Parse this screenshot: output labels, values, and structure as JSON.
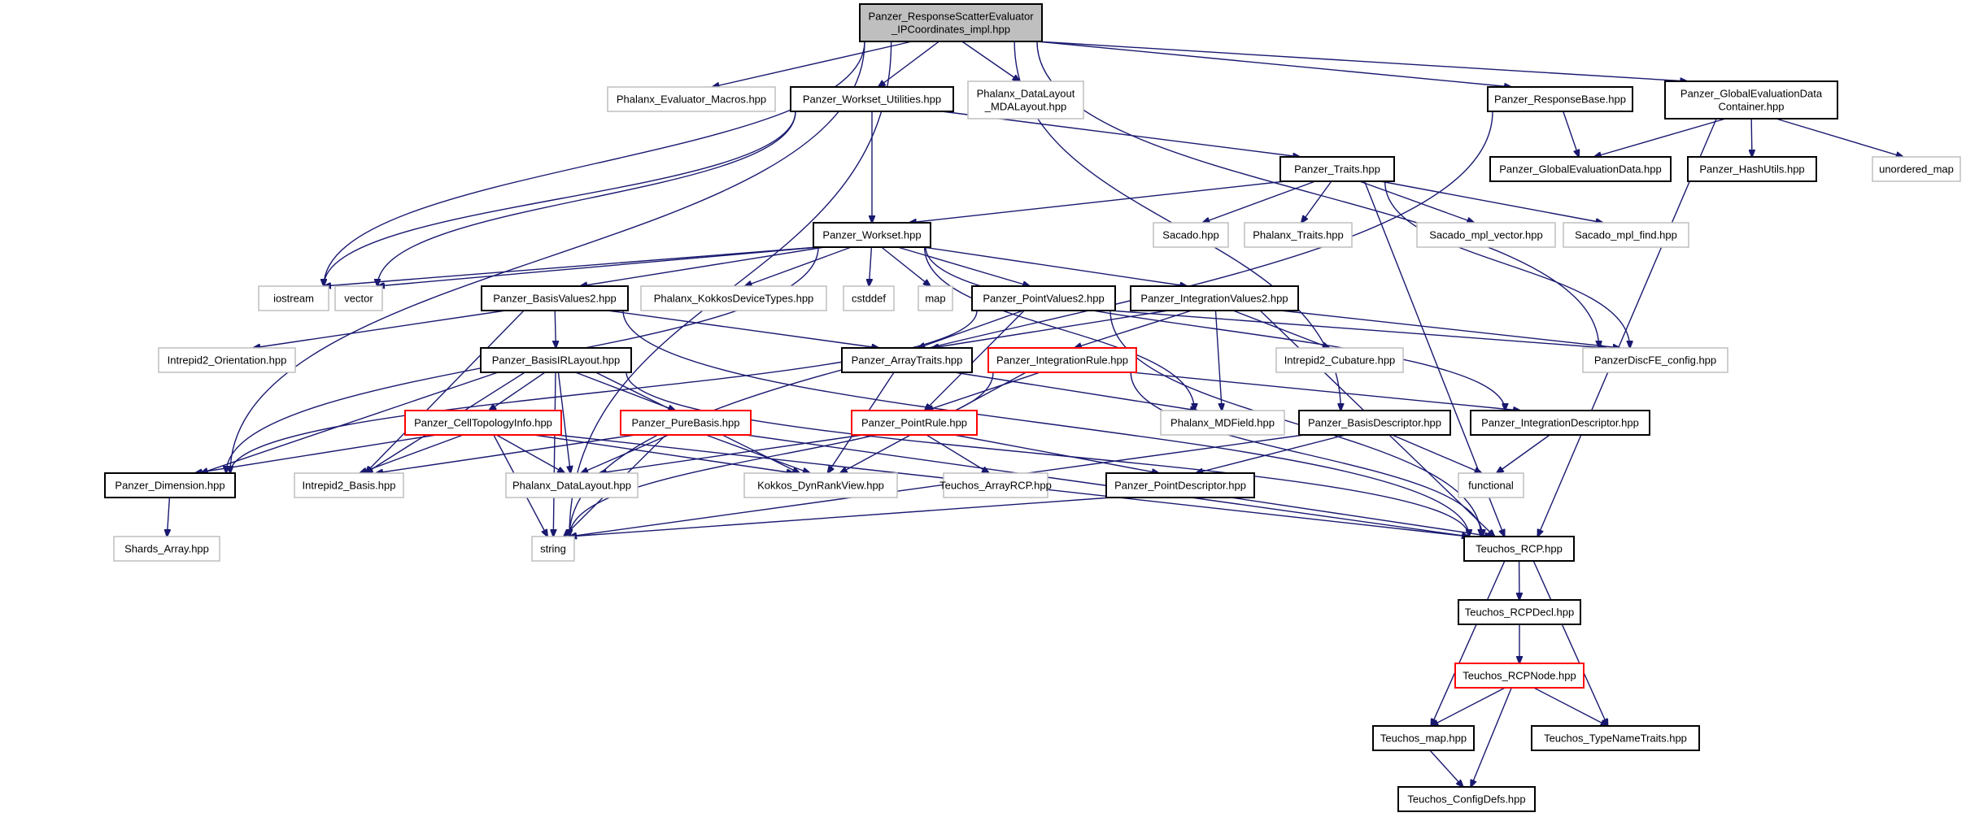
{
  "diagram": {
    "nodes": [
      {
        "id": "root",
        "lines": [
          "Panzer_ResponseScatterEvaluator",
          "_IPCoordinates_impl.hpp"
        ],
        "style": "root"
      },
      {
        "id": "evalmacros",
        "lines": [
          "Phalanx_Evaluator_Macros.hpp"
        ],
        "style": "gray"
      },
      {
        "id": "worksetutil",
        "lines": [
          "Panzer_Workset_Utilities.hpp"
        ],
        "style": "black"
      },
      {
        "id": "mdalayout",
        "lines": [
          "Phalanx_DataLayout",
          "_MDALayout.hpp"
        ],
        "style": "gray"
      },
      {
        "id": "responsebase",
        "lines": [
          "Panzer_ResponseBase.hpp"
        ],
        "style": "black"
      },
      {
        "id": "gedc",
        "lines": [
          "Panzer_GlobalEvaluationData",
          "Container.hpp"
        ],
        "style": "black"
      },
      {
        "id": "ged",
        "lines": [
          "Panzer_GlobalEvaluationData.hpp"
        ],
        "style": "black"
      },
      {
        "id": "hashutils",
        "lines": [
          "Panzer_HashUtils.hpp"
        ],
        "style": "black"
      },
      {
        "id": "unorderedmap",
        "lines": [
          "unordered_map"
        ],
        "style": "gray"
      },
      {
        "id": "traits",
        "lines": [
          "Panzer_Traits.hpp"
        ],
        "style": "black"
      },
      {
        "id": "workset",
        "lines": [
          "Panzer_Workset.hpp"
        ],
        "style": "black"
      },
      {
        "id": "sacado",
        "lines": [
          "Sacado.hpp"
        ],
        "style": "gray"
      },
      {
        "id": "phxtraits",
        "lines": [
          "Phalanx_Traits.hpp"
        ],
        "style": "gray"
      },
      {
        "id": "sacadompl",
        "lines": [
          "Sacado_mpl_vector.hpp"
        ],
        "style": "gray"
      },
      {
        "id": "sacadofind",
        "lines": [
          "Sacado_mpl_find.hpp"
        ],
        "style": "gray"
      },
      {
        "id": "iostream",
        "lines": [
          "iostream"
        ],
        "style": "gray"
      },
      {
        "id": "vector",
        "lines": [
          "vector"
        ],
        "style": "gray"
      },
      {
        "id": "basisvalues2",
        "lines": [
          "Panzer_BasisValues2.hpp"
        ],
        "style": "black"
      },
      {
        "id": "kokkosdev",
        "lines": [
          "Phalanx_KokkosDeviceTypes.hpp"
        ],
        "style": "gray"
      },
      {
        "id": "cstddef",
        "lines": [
          "cstddef"
        ],
        "style": "gray"
      },
      {
        "id": "map",
        "lines": [
          "map"
        ],
        "style": "gray"
      },
      {
        "id": "pointvalues2",
        "lines": [
          "Panzer_PointValues2.hpp"
        ],
        "style": "black"
      },
      {
        "id": "intvalues2",
        "lines": [
          "Panzer_IntegrationValues2.hpp"
        ],
        "style": "black"
      },
      {
        "id": "orientation",
        "lines": [
          "Intrepid2_Orientation.hpp"
        ],
        "style": "gray"
      },
      {
        "id": "basisirlayout",
        "lines": [
          "Panzer_BasisIRLayout.hpp"
        ],
        "style": "black"
      },
      {
        "id": "arraytraits",
        "lines": [
          "Panzer_ArrayTraits.hpp"
        ],
        "style": "black"
      },
      {
        "id": "intrule",
        "lines": [
          "Panzer_IntegrationRule.hpp"
        ],
        "style": "red"
      },
      {
        "id": "cubature",
        "lines": [
          "Intrepid2_Cubature.hpp"
        ],
        "style": "gray"
      },
      {
        "id": "discfeconfig",
        "lines": [
          "PanzerDiscFE_config.hpp"
        ],
        "style": "gray"
      },
      {
        "id": "celltopo",
        "lines": [
          "Panzer_CellTopologyInfo.hpp"
        ],
        "style": "red"
      },
      {
        "id": "purebasis",
        "lines": [
          "Panzer_PureBasis.hpp"
        ],
        "style": "red"
      },
      {
        "id": "pointrule",
        "lines": [
          "Panzer_PointRule.hpp"
        ],
        "style": "red"
      },
      {
        "id": "mdfield",
        "lines": [
          "Phalanx_MDField.hpp"
        ],
        "style": "gray"
      },
      {
        "id": "basisdesc",
        "lines": [
          "Panzer_BasisDescriptor.hpp"
        ],
        "style": "black"
      },
      {
        "id": "intdesc",
        "lines": [
          "Panzer_IntegrationDescriptor.hpp"
        ],
        "style": "black"
      },
      {
        "id": "dimension",
        "lines": [
          "Panzer_Dimension.hpp"
        ],
        "style": "black"
      },
      {
        "id": "intrepidbasis",
        "lines": [
          "Intrepid2_Basis.hpp"
        ],
        "style": "gray"
      },
      {
        "id": "phxdatalayout",
        "lines": [
          "Phalanx_DataLayout.hpp"
        ],
        "style": "gray"
      },
      {
        "id": "dynrank",
        "lines": [
          "Kokkos_DynRankView.hpp"
        ],
        "style": "gray"
      },
      {
        "id": "arrayrcp",
        "lines": [
          "Teuchos_ArrayRCP.hpp"
        ],
        "style": "gray"
      },
      {
        "id": "pointdesc",
        "lines": [
          "Panzer_PointDescriptor.hpp"
        ],
        "style": "black"
      },
      {
        "id": "functional",
        "lines": [
          "functional"
        ],
        "style": "gray"
      },
      {
        "id": "shards",
        "lines": [
          "Shards_Array.hpp"
        ],
        "style": "gray"
      },
      {
        "id": "string",
        "lines": [
          "string"
        ],
        "style": "gray"
      },
      {
        "id": "rcp",
        "lines": [
          "Teuchos_RCP.hpp"
        ],
        "style": "black"
      },
      {
        "id": "rcpdecl",
        "lines": [
          "Teuchos_RCPDecl.hpp"
        ],
        "style": "black"
      },
      {
        "id": "rcpnode",
        "lines": [
          "Teuchos_RCPNode.hpp"
        ],
        "style": "red"
      },
      {
        "id": "tmap",
        "lines": [
          "Teuchos_map.hpp"
        ],
        "style": "black"
      },
      {
        "id": "typenametraits",
        "lines": [
          "Teuchos_TypeNameTraits.hpp"
        ],
        "style": "black"
      },
      {
        "id": "configdefs",
        "lines": [
          "Teuchos_ConfigDefs.hpp"
        ],
        "style": "black"
      }
    ],
    "edges": [
      [
        "root",
        "evalmacros"
      ],
      [
        "root",
        "worksetutil"
      ],
      [
        "root",
        "mdalayout"
      ],
      [
        "root",
        "responsebase"
      ],
      [
        "root",
        "gedc"
      ],
      [
        "root",
        "iostream"
      ],
      [
        "root",
        "string"
      ],
      [
        "root",
        "dimension"
      ],
      [
        "root",
        "discfeconfig"
      ],
      [
        "root",
        "basisdesc"
      ],
      [
        "worksetutil",
        "workset"
      ],
      [
        "worksetutil",
        "traits"
      ],
      [
        "worksetutil",
        "iostream"
      ],
      [
        "worksetutil",
        "vector"
      ],
      [
        "responsebase",
        "ged"
      ],
      [
        "responsebase",
        "string"
      ],
      [
        "gedc",
        "ged"
      ],
      [
        "gedc",
        "hashutils"
      ],
      [
        "gedc",
        "unorderedmap"
      ],
      [
        "gedc",
        "rcp"
      ],
      [
        "traits",
        "workset"
      ],
      [
        "traits",
        "sacado"
      ],
      [
        "traits",
        "phxtraits"
      ],
      [
        "traits",
        "sacadompl"
      ],
      [
        "traits",
        "sacadofind"
      ],
      [
        "traits",
        "discfeconfig"
      ],
      [
        "traits",
        "rcp"
      ],
      [
        "workset",
        "iostream"
      ],
      [
        "workset",
        "vector"
      ],
      [
        "workset",
        "basisvalues2"
      ],
      [
        "workset",
        "kokkosdev"
      ],
      [
        "workset",
        "cstddef"
      ],
      [
        "workset",
        "map"
      ],
      [
        "workset",
        "pointvalues2"
      ],
      [
        "workset",
        "intvalues2"
      ],
      [
        "workset",
        "dimension"
      ],
      [
        "workset",
        "intdesc"
      ],
      [
        "workset",
        "mdfield"
      ],
      [
        "basisvalues2",
        "orientation"
      ],
      [
        "basisvalues2",
        "basisirlayout"
      ],
      [
        "basisvalues2",
        "arraytraits"
      ],
      [
        "basisvalues2",
        "intrepidbasis"
      ],
      [
        "basisvalues2",
        "rcp"
      ],
      [
        "pointvalues2",
        "arraytraits"
      ],
      [
        "pointvalues2",
        "pointrule"
      ],
      [
        "pointvalues2",
        "dimension"
      ],
      [
        "pointvalues2",
        "discfeconfig"
      ],
      [
        "pointvalues2",
        "rcp"
      ],
      [
        "intvalues2",
        "arraytraits"
      ],
      [
        "intvalues2",
        "intrule"
      ],
      [
        "intvalues2",
        "cubature"
      ],
      [
        "intvalues2",
        "mdfield"
      ],
      [
        "intvalues2",
        "discfeconfig"
      ],
      [
        "intvalues2",
        "rcp"
      ],
      [
        "basisirlayout",
        "celltopo"
      ],
      [
        "basisirlayout",
        "purebasis"
      ],
      [
        "basisirlayout",
        "dimension"
      ],
      [
        "basisirlayout",
        "intrepidbasis"
      ],
      [
        "basisirlayout",
        "phxdatalayout"
      ],
      [
        "basisirlayout",
        "dynrank"
      ],
      [
        "basisirlayout",
        "string"
      ],
      [
        "basisirlayout",
        "rcp"
      ],
      [
        "arraytraits",
        "mdfield"
      ],
      [
        "arraytraits",
        "dynrank"
      ],
      [
        "intrule",
        "pointrule"
      ],
      [
        "intrule",
        "intdesc"
      ],
      [
        "intrule",
        "dynrank"
      ],
      [
        "intrule",
        "string"
      ],
      [
        "intrule",
        "rcp"
      ],
      [
        "celltopo",
        "dimension"
      ],
      [
        "celltopo",
        "intrepidbasis"
      ],
      [
        "celltopo",
        "phxdatalayout"
      ],
      [
        "celltopo",
        "dynrank"
      ],
      [
        "celltopo",
        "string"
      ],
      [
        "celltopo",
        "rcp"
      ],
      [
        "purebasis",
        "intrepidbasis"
      ],
      [
        "purebasis",
        "phxdatalayout"
      ],
      [
        "purebasis",
        "dynrank"
      ],
      [
        "purebasis",
        "string"
      ],
      [
        "purebasis",
        "rcp"
      ],
      [
        "pointrule",
        "phxdatalayout"
      ],
      [
        "pointrule",
        "arrayrcp"
      ],
      [
        "pointrule",
        "pointdesc"
      ],
      [
        "basisdesc",
        "pointdesc"
      ],
      [
        "basisdesc",
        "functional"
      ],
      [
        "basisdesc",
        "string"
      ],
      [
        "intdesc",
        "functional"
      ],
      [
        "pointdesc",
        "string"
      ],
      [
        "pointdesc",
        "rcp"
      ],
      [
        "dimension",
        "shards"
      ],
      [
        "rcp",
        "rcpdecl"
      ],
      [
        "rcp",
        "tmap"
      ],
      [
        "rcp",
        "typenametraits"
      ],
      [
        "rcpdecl",
        "rcpnode"
      ],
      [
        "rcpnode",
        "tmap"
      ],
      [
        "rcpnode",
        "typenametraits"
      ],
      [
        "rcpnode",
        "configdefs"
      ],
      [
        "tmap",
        "configdefs"
      ]
    ]
  }
}
